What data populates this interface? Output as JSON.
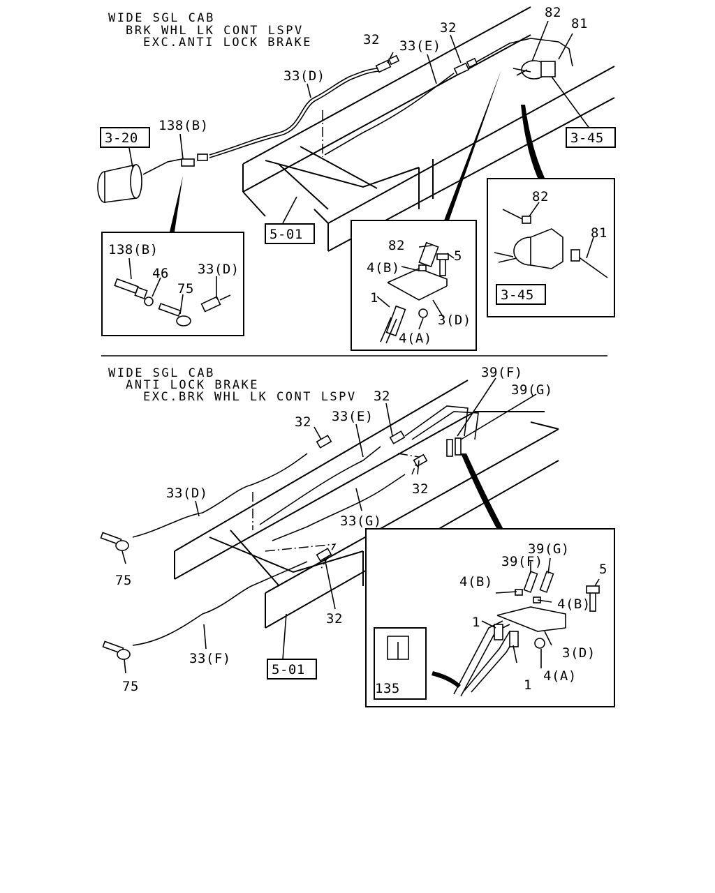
{
  "top_section": {
    "header": [
      "WIDE SGL CAB",
      "BRK WHL LK CONT LSPV",
      "EXC.ANTI LOCK BRAKE"
    ],
    "refs": [
      "3-20",
      "3-45",
      "5-01"
    ],
    "labels": {
      "l32a": "32",
      "l32b": "32",
      "l33e": "33(E)",
      "l33d": "33(D)",
      "l82": "82",
      "l81": "81",
      "l138b": "138(B)"
    },
    "inset_left": {
      "l138b": "138(B)",
      "l46": "46",
      "l75": "75",
      "l33d": "33(D)"
    },
    "inset_mid": {
      "l82": "82",
      "l5": "5",
      "l4b": "4(B)",
      "l1": "1",
      "l3d": "3(D)",
      "l4a": "4(A)"
    },
    "inset_right": {
      "l82": "82",
      "l81": "81",
      "ref": "3-45"
    }
  },
  "bottom_section": {
    "header": [
      "WIDE SGL CAB",
      "ANTI LOCK BRAKE",
      "EXC.BRK WHL LK CONT LSPV"
    ],
    "ref": "5-01",
    "labels": {
      "l39f": "39(F)",
      "l39g": "39(G)",
      "l32a": "32",
      "l33e": "33(E)",
      "l32b": "32",
      "l32c": "32",
      "l33d": "33(D)",
      "l33g": "33(G)",
      "l75a": "75",
      "l32d": "32",
      "l33f": "33(F)",
      "l75b": "75"
    },
    "inset": {
      "l39g": "39(G)",
      "l39f": "39(F)",
      "l5": "5",
      "l4b_left": "4(B)",
      "l4b_right": "4(B)",
      "l1a": "1",
      "l3d": "3(D)",
      "l4a": "4(A)",
      "l1b": "1",
      "l135": "135"
    }
  }
}
